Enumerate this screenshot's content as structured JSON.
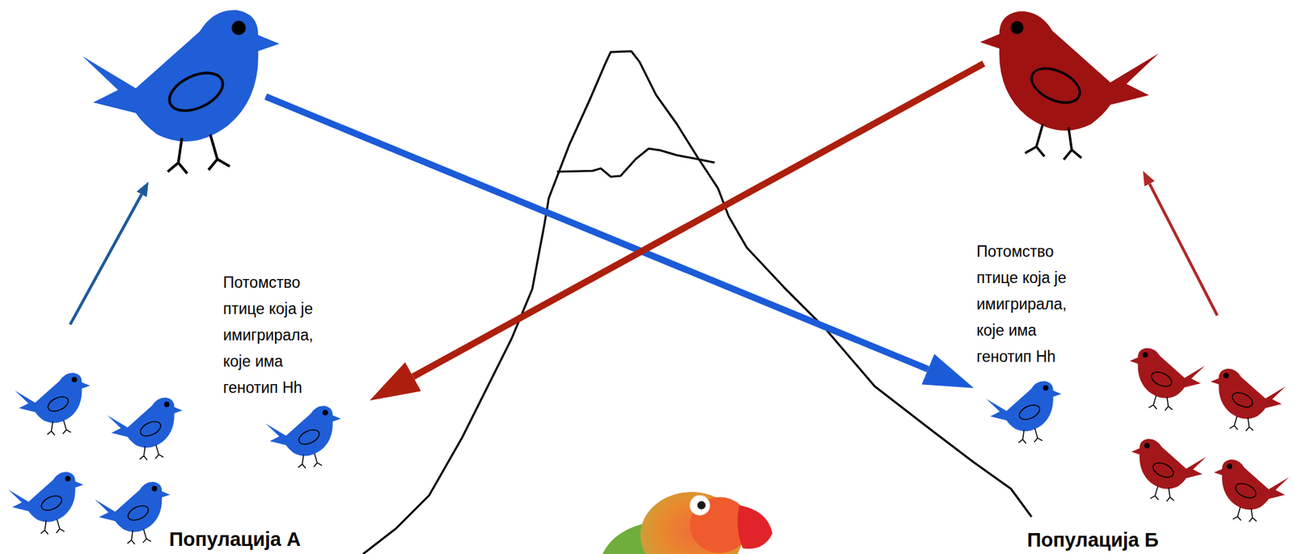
{
  "diagram": {
    "labels": [
      "Потомство птице која је имигрирала, које има генотип Hh",
      "Потомство птице која је имигрирала, које има генотип Hh",
      "Популација А",
      "Популација Б"
    ]
  }
}
